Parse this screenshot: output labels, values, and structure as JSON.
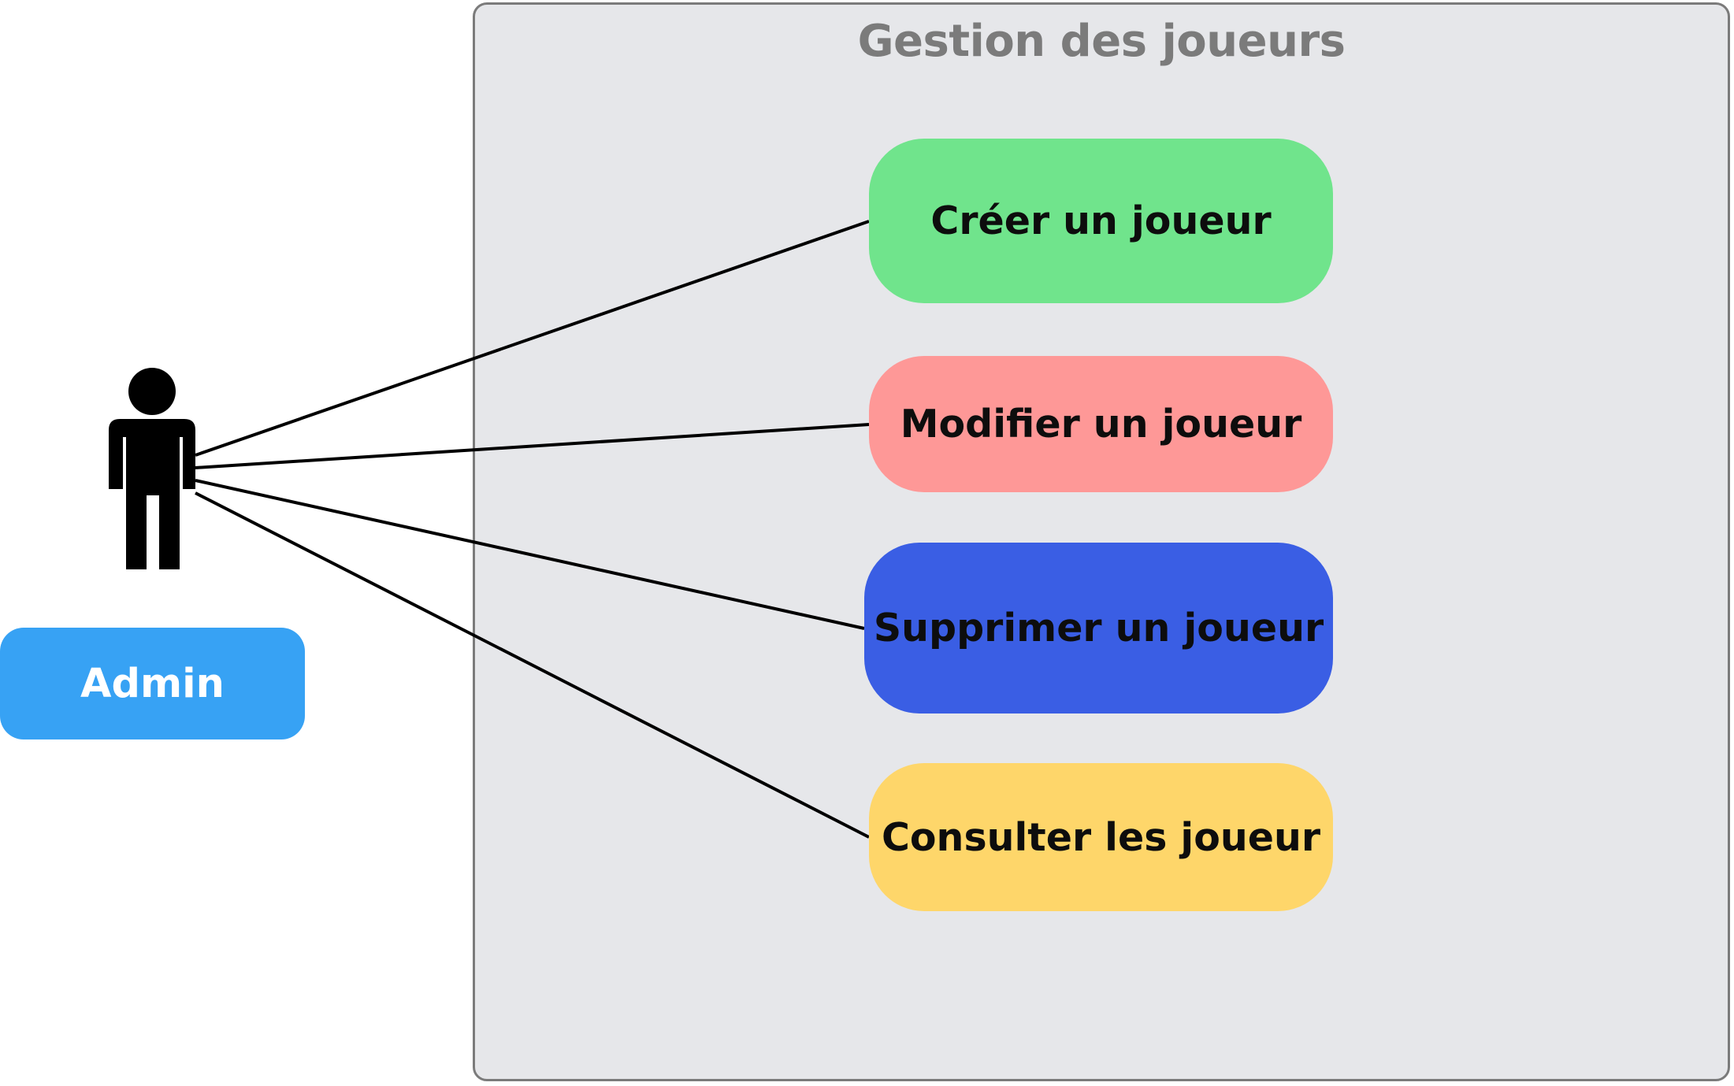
{
  "system": {
    "title": "Gestion des joueurs",
    "border_color": "#7b7b7b",
    "fill_color": "#e6e7ea"
  },
  "actor": {
    "label": "Admin",
    "label_color": "#37a2f4",
    "figure_color": "#000000"
  },
  "use_cases": [
    {
      "label": "Créer un joueur",
      "color": "#70e48c"
    },
    {
      "label": "Modifier un joueur",
      "color": "#fe9897"
    },
    {
      "label": "Supprimer un joueur",
      "color": "#3a5ee4"
    },
    {
      "label": "Consulter les joueur",
      "color": "#fed66a"
    }
  ]
}
